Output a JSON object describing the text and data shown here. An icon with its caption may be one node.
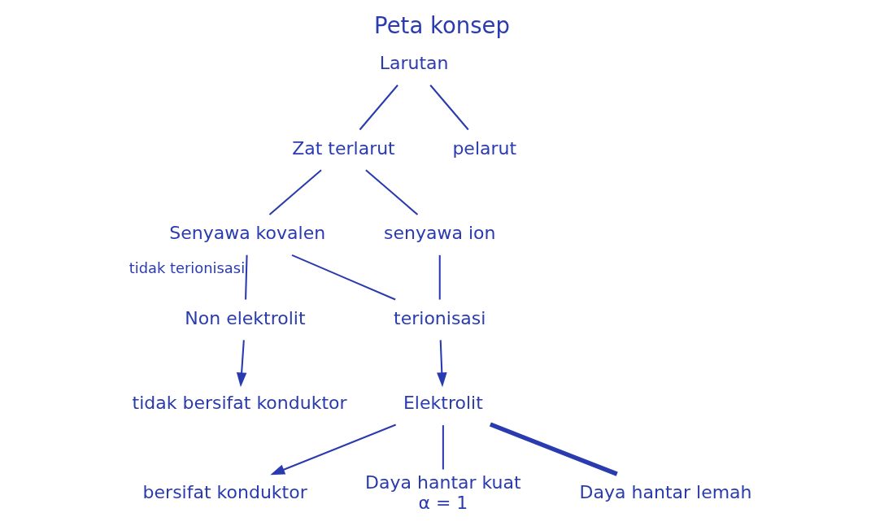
{
  "diagram": {
    "title": "Peta konsep",
    "nodes": [
      {
        "text": [
          "Larutan"
        ]
      },
      {
        "text": [
          "Zat terlarut"
        ]
      },
      {
        "text": [
          "pelarut"
        ]
      },
      {
        "text": [
          "Senyawa kovalen"
        ]
      },
      {
        "text": [
          "senyawa ion"
        ]
      },
      {
        "text": [
          "Non elektrolit"
        ]
      },
      {
        "text": [
          "terionisasi"
        ]
      },
      {
        "text": [
          "Elektrolit"
        ]
      },
      {
        "text": [
          "tidak bersifat konduktor"
        ]
      },
      {
        "text": [
          "bersifat konduktor"
        ]
      },
      {
        "text": [
          "Daya hantar kuat",
          "α = 1"
        ]
      },
      {
        "text": [
          "Daya hantar lemah"
        ]
      }
    ],
    "edges": [
      {
        "from": 0,
        "to": 1,
        "arrow": "none"
      },
      {
        "from": 0,
        "to": 2,
        "arrow": "none"
      },
      {
        "from": 1,
        "to": 3,
        "arrow": "none"
      },
      {
        "from": 1,
        "to": 4,
        "arrow": "none"
      },
      {
        "from": 3,
        "to": 5,
        "arrow": "none",
        "label": "tidak terionisasi"
      },
      {
        "from": 3,
        "to": 6,
        "arrow": "none"
      },
      {
        "from": 4,
        "to": 6,
        "arrow": "none"
      },
      {
        "from": 5,
        "to": 8,
        "arrow": "to"
      },
      {
        "from": 6,
        "to": 7,
        "arrow": "to"
      },
      {
        "from": 7,
        "to": 9,
        "arrow": "to"
      },
      {
        "from": 7,
        "to": 10,
        "arrow": "none"
      },
      {
        "from": 7,
        "to": 11,
        "arrow": "none",
        "style": "thick"
      }
    ]
  }
}
